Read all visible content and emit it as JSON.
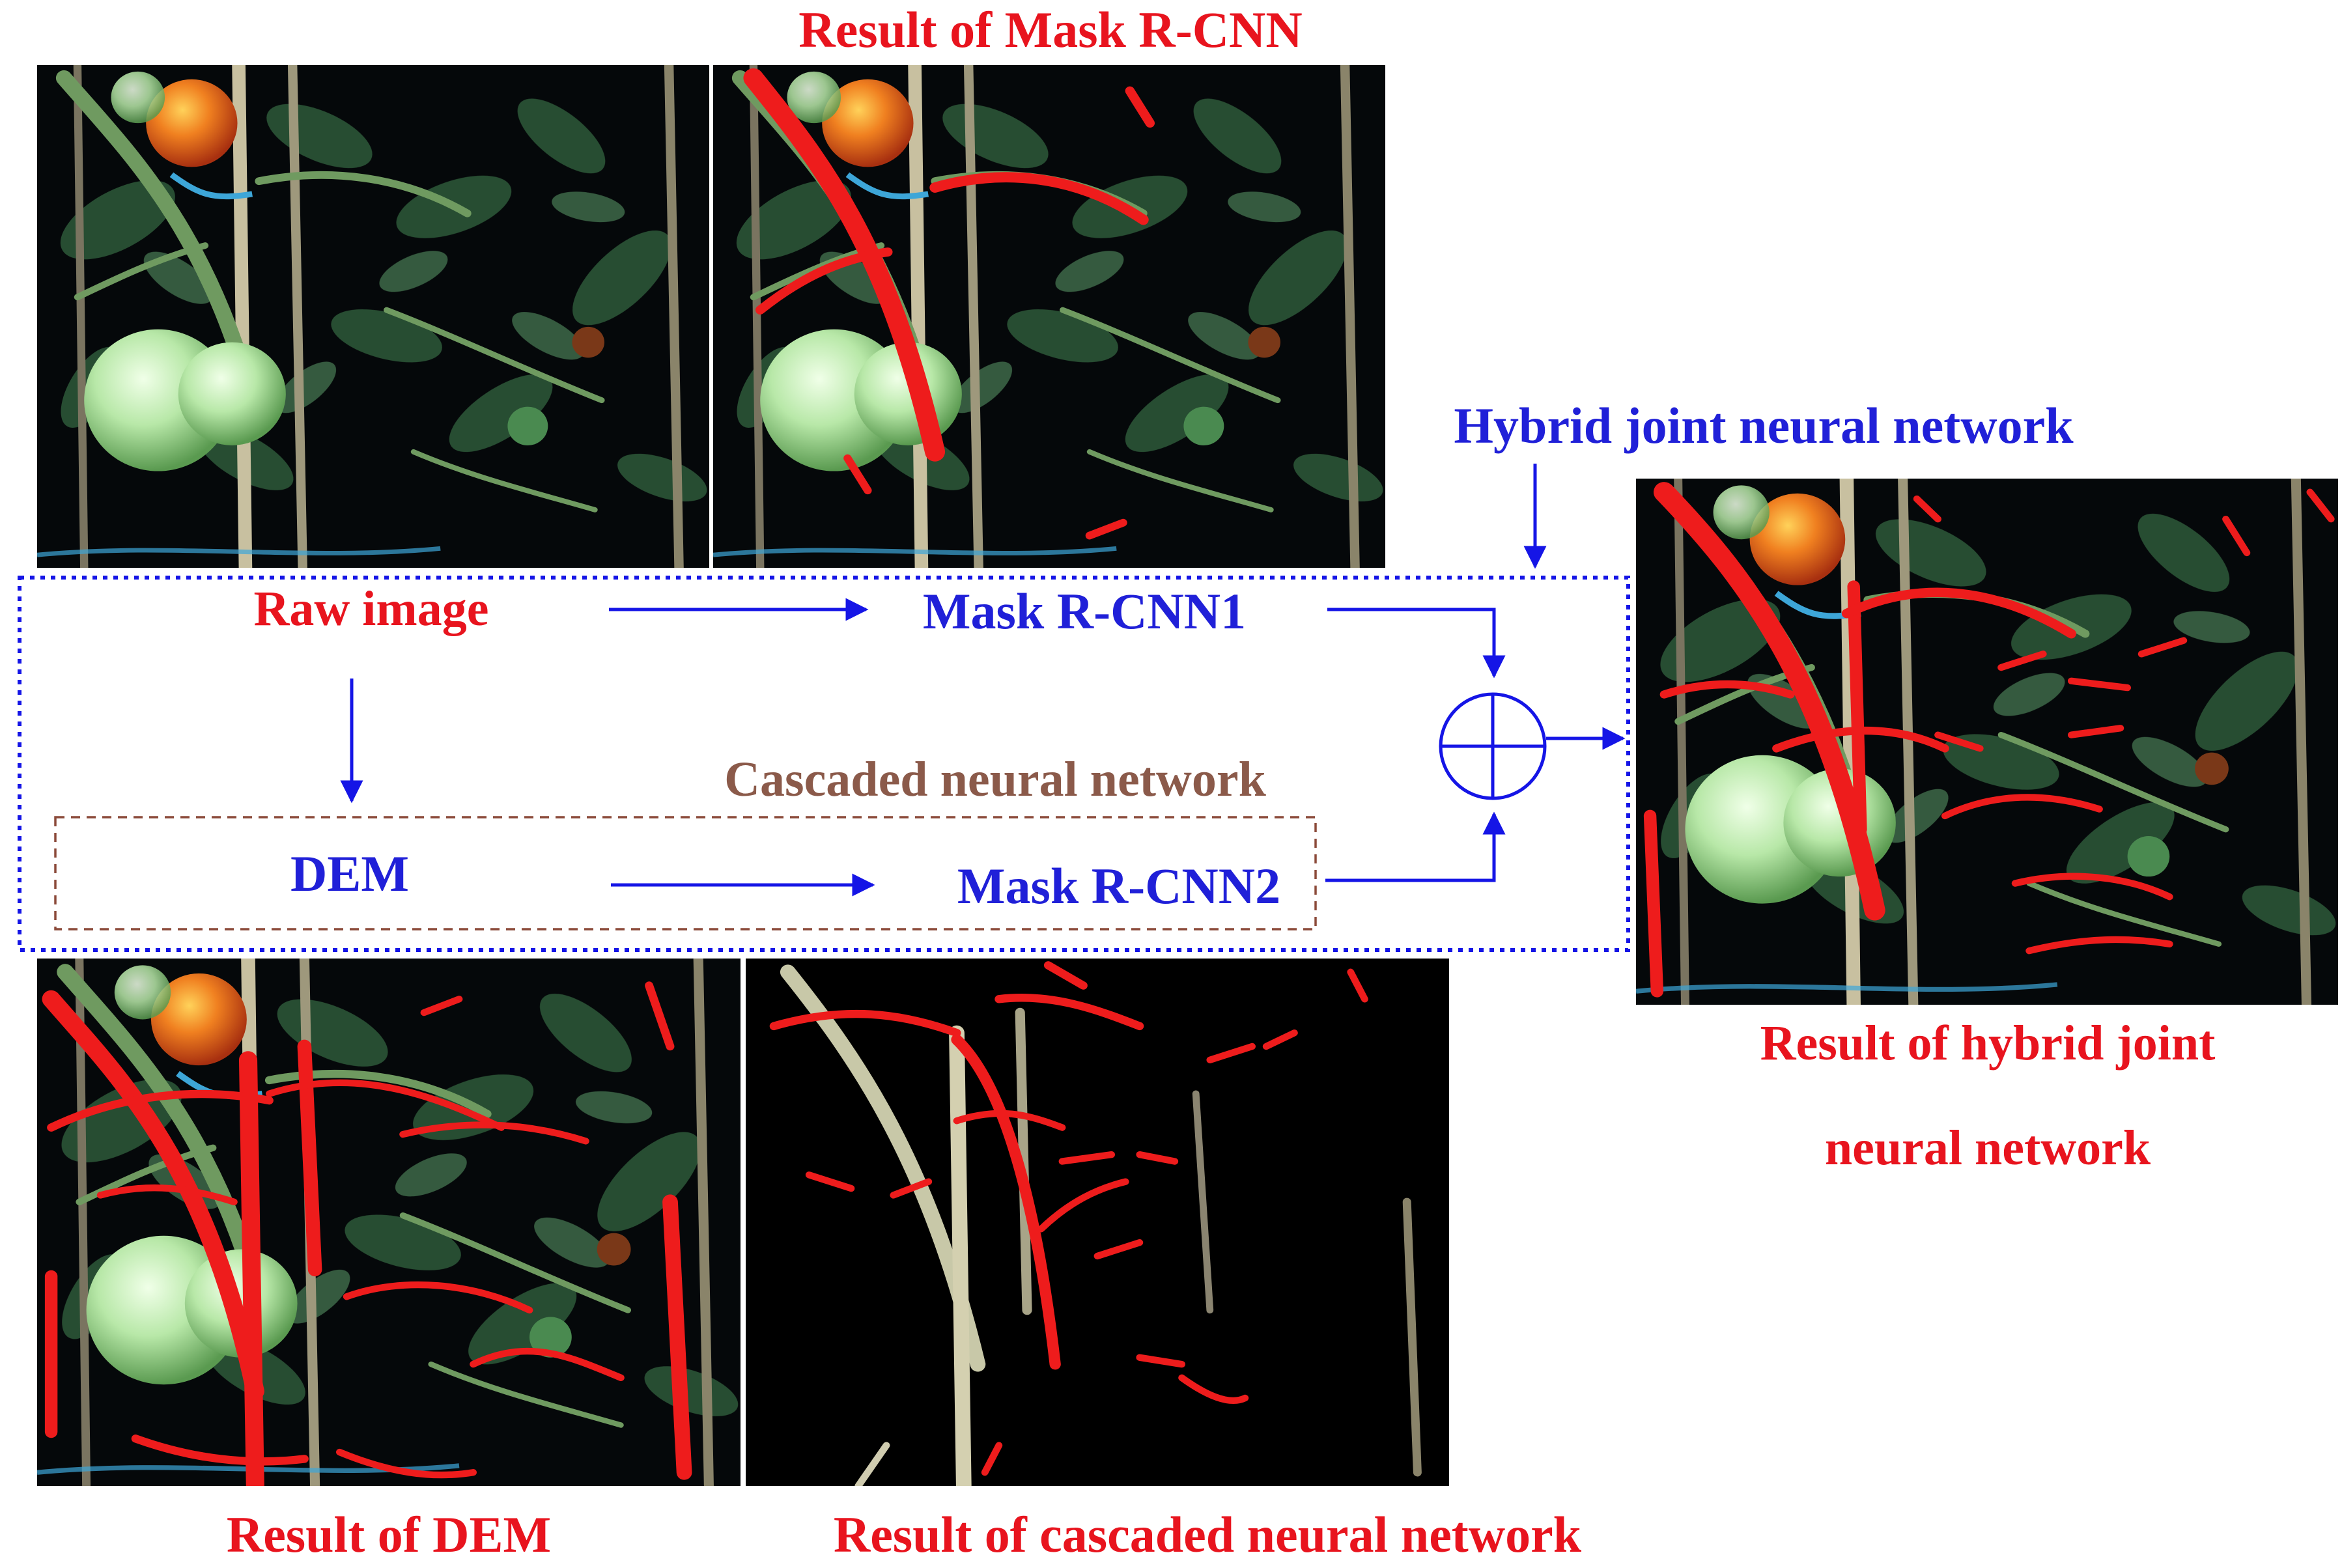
{
  "labels": {
    "mask_rcnn_result": "Result of Mask R-CNN",
    "hybrid_network": "Hybrid joint neural network",
    "raw_image": "Raw image",
    "mask_rcnn1": "Mask R-CNN1",
    "cascaded_network": "Cascaded neural network",
    "dem": "DEM",
    "mask_rcnn2": "Mask R-CNN2",
    "hybrid_result_line1": "Result of hybrid joint",
    "hybrid_result_line2": "neural network",
    "dem_result": "Result of DEM",
    "cascaded_result": "Result of cascaded neural network"
  },
  "colors": {
    "red_label": "#e8141e",
    "blue_label": "#2020d8",
    "brown_label": "#8b5a4a",
    "segmentation_red": "#ee1c1c",
    "arrow_blue": "#1515e6"
  }
}
